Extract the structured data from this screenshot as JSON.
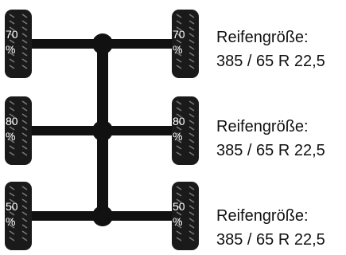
{
  "colors": {
    "tire": "#1a1a1a",
    "tread": "#7a7a7a",
    "chassis": "#111111",
    "text": "#111111",
    "tire_text": "#ffffff"
  },
  "axles": [
    {
      "left_tire": {
        "value": "70",
        "unit": "%"
      },
      "right_tire": {
        "value": "70",
        "unit": "%"
      },
      "size_label": "Reifengröße:",
      "size_value": "385 / 65 R 22,5"
    },
    {
      "left_tire": {
        "value": "80",
        "unit": "%"
      },
      "right_tire": {
        "value": "80",
        "unit": "%"
      },
      "size_label": "Reifengröße:",
      "size_value": "385 / 65 R 22,5"
    },
    {
      "left_tire": {
        "value": "50",
        "unit": "%"
      },
      "right_tire": {
        "value": "50",
        "unit": "%"
      },
      "size_label": "Reifengröße:",
      "size_value": "385 / 65 R 22,5"
    }
  ]
}
